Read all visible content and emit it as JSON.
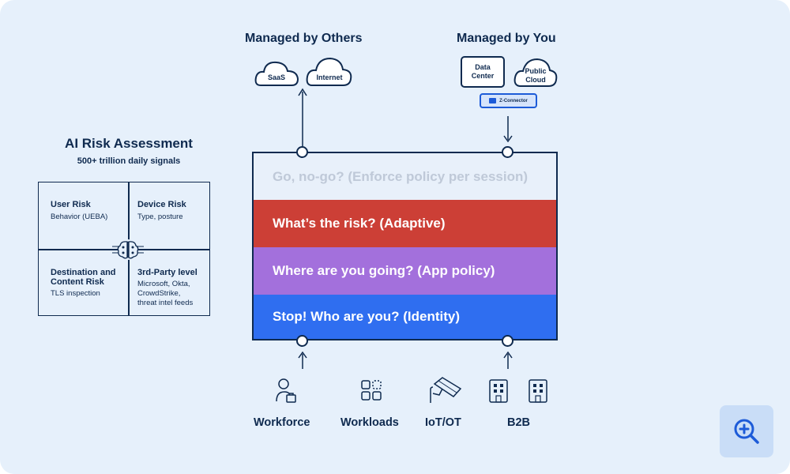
{
  "managed_by_others": {
    "heading": "Managed by Others",
    "clouds": [
      "SaaS",
      "Internet"
    ]
  },
  "managed_by_you": {
    "heading": "Managed by You",
    "data_center_line1": "Data",
    "data_center_line2": "Center",
    "public_cloud_line1": "Public",
    "public_cloud_line2": "Cloud",
    "connector": "Z-Connector"
  },
  "layers": [
    {
      "label": "Go, no-go? (Enforce policy per session)",
      "color": "#e8f0fa"
    },
    {
      "label": "What’s the risk? (Adaptive)",
      "color": "#cc3f36"
    },
    {
      "label": "Where are you going? (App policy)",
      "color": "#a370dc"
    },
    {
      "label": "Stop! Who are you? (Identity)",
      "color": "#2f6ef0"
    }
  ],
  "risk_assessment": {
    "title": "AI Risk Assessment",
    "subtitle": "500+ trillion daily signals",
    "cells": [
      {
        "title": "User Risk",
        "text": "Behavior (UEBA)"
      },
      {
        "title": "Device Risk",
        "text": "Type, posture"
      },
      {
        "title_line1": "Destination and",
        "title_line2": "Content Risk",
        "text": "TLS inspection"
      },
      {
        "title": "3rd-Party level",
        "text_line1": "Microsoft, Okta,",
        "text_line2": "CrowdStrike,",
        "text_line3": "threat intel feeds"
      }
    ]
  },
  "sources": [
    "Workforce",
    "Workloads",
    "IoT/OT",
    "B2B"
  ],
  "icons": {
    "cloud": "cloud-icon",
    "brain": "brain-icon",
    "workforce": "person-briefcase-icon",
    "workloads": "workloads-grid-icon",
    "iot": "security-camera-icon",
    "b2b": "office-building-icon",
    "zoom": "zoom-in-icon"
  },
  "colors": {
    "navy": "#0f2a4f",
    "accent_blue": "#1d5bd8",
    "background": "#e6f0fb"
  }
}
